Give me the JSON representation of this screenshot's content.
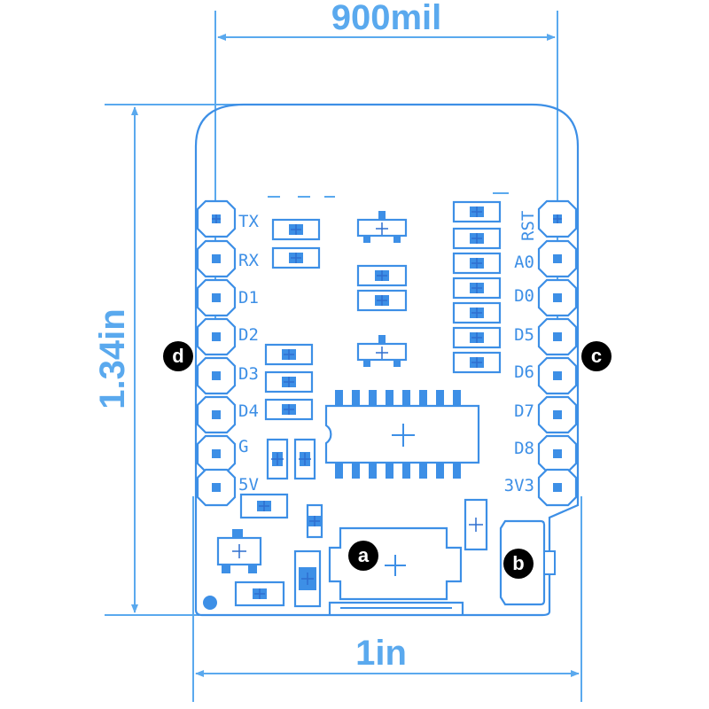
{
  "colors": {
    "outline": "#3d8fe6",
    "dimension": "#5aa9ee",
    "marker": "#000000"
  },
  "dimensions": {
    "top": "900mil",
    "left": "1.34in",
    "bottom": "1in"
  },
  "left_pins": [
    "TX",
    "RX",
    "D1",
    "D2",
    "D3",
    "D4",
    "G",
    "5V"
  ],
  "right_pins": [
    "RST",
    "A0",
    "D0",
    "D5",
    "D6",
    "D7",
    "D8",
    "3V3"
  ],
  "markers": {
    "a": "a",
    "b": "b",
    "c": "c",
    "d": "d"
  }
}
